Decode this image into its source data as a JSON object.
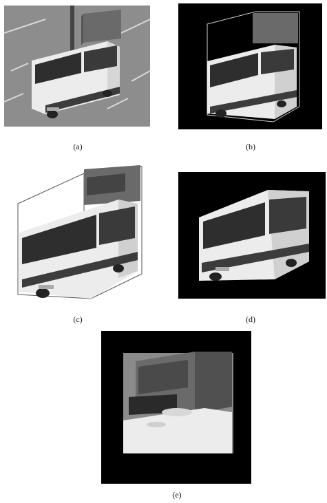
{
  "figure": {
    "captions": [
      "(a)",
      "(b)",
      "(c)",
      "(d)",
      "(e)"
    ],
    "colors": {
      "background": "#ffffff",
      "black_field": "#000000",
      "road": "#8d8d8d",
      "bus_white": "#ececec",
      "bus_dark": "#3c3c3c",
      "window": "#2a2a2a",
      "truck": "#6a6a6a",
      "outline": "#cfcfcf"
    }
  }
}
